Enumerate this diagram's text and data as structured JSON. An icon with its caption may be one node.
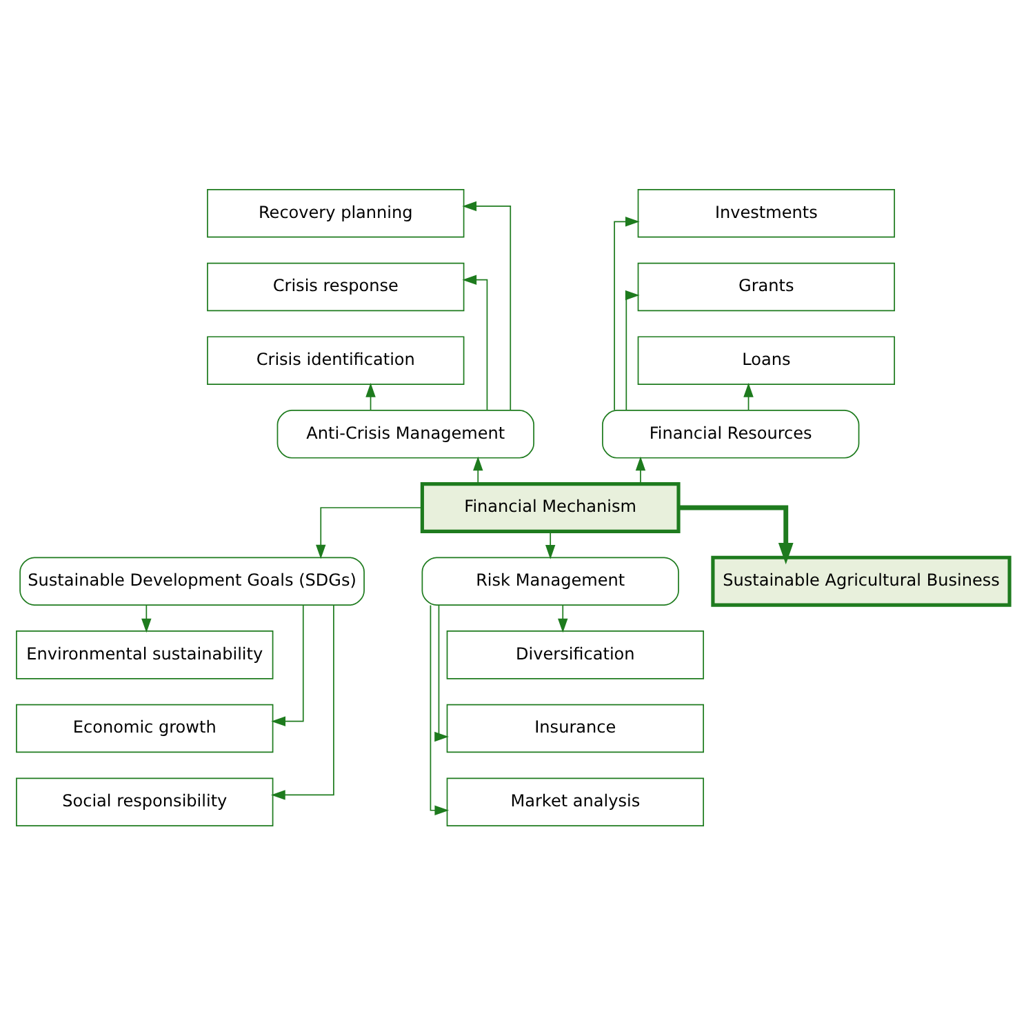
{
  "diagram": {
    "nodes": [
      {
        "text": [
          "Recovery planning"
        ]
      },
      {
        "text": [
          "Crisis response"
        ]
      },
      {
        "text": [
          "Crisis identification"
        ]
      },
      {
        "text": [
          "Anti-Crisis Management"
        ]
      },
      {
        "text": [
          "Investments"
        ]
      },
      {
        "text": [
          "Grants"
        ]
      },
      {
        "text": [
          "Loans"
        ]
      },
      {
        "text": [
          "Financial Resources"
        ]
      },
      {
        "text": [
          "Financial Mechanism"
        ]
      },
      {
        "text": [
          "Sustainable Development Goals (SDGs)"
        ]
      },
      {
        "text": [
          "Environmental sustainability"
        ]
      },
      {
        "text": [
          "Economic growth"
        ]
      },
      {
        "text": [
          "Social responsibility"
        ]
      },
      {
        "text": [
          "Risk Management"
        ]
      },
      {
        "text": [
          "Diversification"
        ]
      },
      {
        "text": [
          "Insurance"
        ]
      },
      {
        "text": [
          "Market analysis"
        ]
      },
      {
        "text": [
          "Sustainable Agricultural Business"
        ]
      }
    ],
    "edges": [
      {
        "from": 8,
        "to": 3,
        "arrow": "to"
      },
      {
        "from": 8,
        "to": 7,
        "arrow": "to"
      },
      {
        "from": 8,
        "to": 9,
        "arrow": "to"
      },
      {
        "from": 8,
        "to": 13,
        "arrow": "to"
      },
      {
        "from": 8,
        "to": 17,
        "arrow": "to",
        "style": "thick"
      },
      {
        "from": 3,
        "to": 2,
        "arrow": "to"
      },
      {
        "from": 3,
        "to": 1,
        "arrow": "to"
      },
      {
        "from": 3,
        "to": 0,
        "arrow": "to"
      },
      {
        "from": 7,
        "to": 6,
        "arrow": "to"
      },
      {
        "from": 7,
        "to": 5,
        "arrow": "to"
      },
      {
        "from": 7,
        "to": 4,
        "arrow": "to"
      },
      {
        "from": 9,
        "to": 10,
        "arrow": "to"
      },
      {
        "from": 9,
        "to": 11,
        "arrow": "to"
      },
      {
        "from": 9,
        "to": 12,
        "arrow": "to"
      },
      {
        "from": 13,
        "to": 14,
        "arrow": "to"
      },
      {
        "from": 13,
        "to": 15,
        "arrow": "to"
      },
      {
        "from": 13,
        "to": 16,
        "arrow": "to"
      }
    ]
  }
}
